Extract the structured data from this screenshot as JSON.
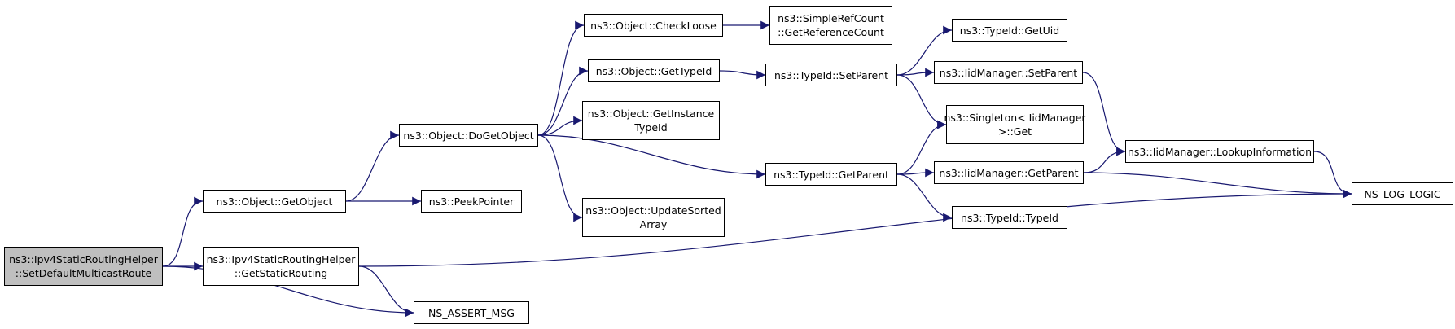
{
  "colors": {
    "edge": "#191970",
    "node_border": "#000000",
    "root_fill": "#bfbfbf",
    "node_fill": "#ffffff"
  },
  "nodes": [
    {
      "id": "root",
      "lines": [
        "ns3::Ipv4StaticRoutingHelper",
        "::SetDefaultMulticastRoute"
      ],
      "root": true
    },
    {
      "id": "getobject",
      "lines": [
        "ns3::Object::GetObject"
      ]
    },
    {
      "id": "getstatic",
      "lines": [
        "ns3::Ipv4StaticRoutingHelper",
        "::GetStaticRouting"
      ]
    },
    {
      "id": "assert",
      "lines": [
        "NS_ASSERT_MSG"
      ]
    },
    {
      "id": "dogetobject",
      "lines": [
        "ns3::Object::DoGetObject"
      ]
    },
    {
      "id": "peek",
      "lines": [
        "ns3::PeekPointer"
      ]
    },
    {
      "id": "checkloose",
      "lines": [
        "ns3::Object::CheckLoose"
      ]
    },
    {
      "id": "gettypeid",
      "lines": [
        "ns3::Object::GetTypeId"
      ]
    },
    {
      "id": "getinst",
      "lines": [
        "ns3::Object::GetInstance",
        "TypeId"
      ]
    },
    {
      "id": "updsorted",
      "lines": [
        "ns3::Object::UpdateSorted",
        "Array"
      ]
    },
    {
      "id": "getrefcount",
      "lines": [
        "ns3::SimpleRefCount",
        "::GetReferenceCount"
      ]
    },
    {
      "id": "tsetparent",
      "lines": [
        "ns3::TypeId::SetParent"
      ]
    },
    {
      "id": "tgetparent",
      "lines": [
        "ns3::TypeId::GetParent"
      ]
    },
    {
      "id": "getuid",
      "lines": [
        "ns3::TypeId::GetUid"
      ]
    },
    {
      "id": "isetparent",
      "lines": [
        "ns3::IidManager::SetParent"
      ]
    },
    {
      "id": "singleton",
      "lines": [
        "ns3::Singleton< IidManager",
        " >::Get"
      ]
    },
    {
      "id": "igetparent",
      "lines": [
        "ns3::IidManager::GetParent"
      ]
    },
    {
      "id": "typeid",
      "lines": [
        "ns3::TypeId::TypeId"
      ]
    },
    {
      "id": "lookup",
      "lines": [
        "ns3::IidManager::LookupInformation"
      ]
    },
    {
      "id": "nslog",
      "lines": [
        "NS_LOG_LOGIC"
      ]
    }
  ],
  "edges": [
    [
      "root",
      "getobject"
    ],
    [
      "root",
      "getstatic"
    ],
    [
      "root",
      "assert"
    ],
    [
      "getobject",
      "dogetobject"
    ],
    [
      "getobject",
      "peek"
    ],
    [
      "getstatic",
      "assert"
    ],
    [
      "getstatic",
      "nslog"
    ],
    [
      "dogetobject",
      "checkloose"
    ],
    [
      "dogetobject",
      "gettypeid"
    ],
    [
      "dogetobject",
      "getinst"
    ],
    [
      "dogetobject",
      "updsorted"
    ],
    [
      "dogetobject",
      "tgetparent"
    ],
    [
      "checkloose",
      "getrefcount"
    ],
    [
      "gettypeid",
      "tsetparent"
    ],
    [
      "tsetparent",
      "getuid"
    ],
    [
      "tsetparent",
      "isetparent"
    ],
    [
      "tsetparent",
      "singleton"
    ],
    [
      "tgetparent",
      "singleton"
    ],
    [
      "tgetparent",
      "igetparent"
    ],
    [
      "tgetparent",
      "typeid"
    ],
    [
      "isetparent",
      "lookup"
    ],
    [
      "igetparent",
      "lookup"
    ],
    [
      "igetparent",
      "nslog"
    ],
    [
      "lookup",
      "nslog"
    ]
  ]
}
